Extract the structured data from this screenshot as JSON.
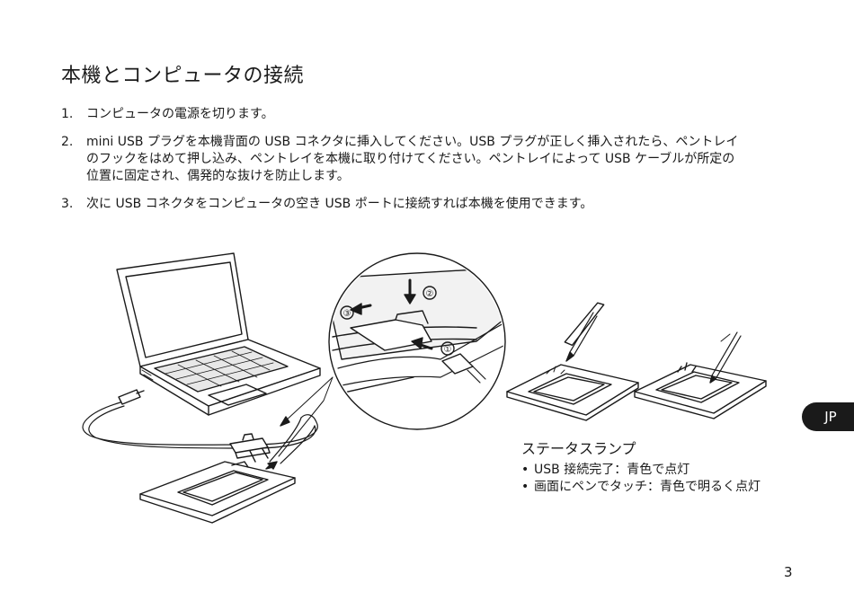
{
  "header": {
    "title": "本機とコンピュータの接続"
  },
  "steps": [
    {
      "num": "1.",
      "text": "コンピュータの電源を切ります。"
    },
    {
      "num": "2.",
      "text": "mini USB プラグを本機背面の USB コネクタに挿入してください。USB プラグが正しく挿入されたら、ペントレイ\nのフックをはめて押し込み、ペントレイを本機に取り付けてください。ペントレイによって USB ケーブルが所定の\n位置に固定され、偶発的な抜けを防止します。"
    },
    {
      "num": "3.",
      "text": "次に USB コネクタをコンピュータの空き USB ポートに接続すれば本機を使用できます。"
    }
  ],
  "figure": {
    "callouts": [
      "①",
      "②",
      "③"
    ]
  },
  "status_lamp": {
    "title": "ステータスランプ",
    "bullet": "•",
    "items": [
      "USB 接続完了：青色で点灯",
      "画面にペンでタッチ：青色で明るく点灯"
    ]
  },
  "sidebar": {
    "language_tab": "JP"
  },
  "footer": {
    "page_number": "3"
  },
  "colors": {
    "text": "#1a1a1a",
    "tab_bg": "#1a1a1a",
    "tab_text": "#ffffff"
  }
}
